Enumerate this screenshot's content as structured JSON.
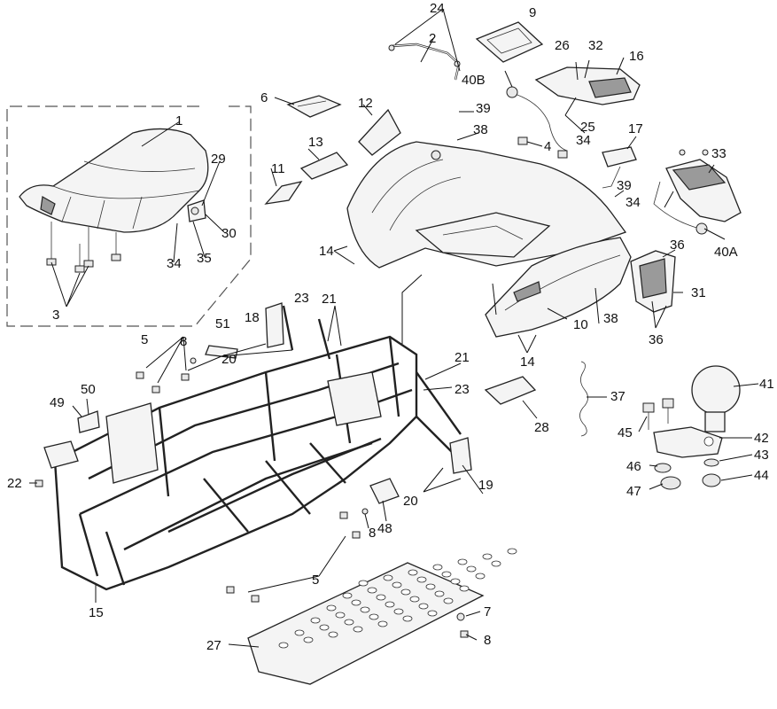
{
  "diagram": {
    "callouts": [
      "1",
      "2",
      "3",
      "4",
      "5",
      "6",
      "7",
      "8",
      "9",
      "10",
      "11",
      "12",
      "13",
      "14",
      "15",
      "16",
      "17",
      "18",
      "19",
      "20",
      "21",
      "22",
      "23",
      "24",
      "25",
      "26",
      "27",
      "28",
      "29",
      "30",
      "31",
      "32",
      "33",
      "34",
      "35",
      "36",
      "37",
      "38",
      "39",
      "40A",
      "40B",
      "41",
      "42",
      "43",
      "44",
      "45",
      "46",
      "47",
      "48",
      "49",
      "50",
      "51"
    ],
    "labels": {
      "l1": "1",
      "l2": "2",
      "l3": "3",
      "l4": "4",
      "l5a": "5",
      "l5b": "5",
      "l6": "6",
      "l7": "7",
      "l8a": "8",
      "l8b": "8",
      "l8c": "8",
      "l9": "9",
      "l10": "10",
      "l11": "11",
      "l12": "12",
      "l13": "13",
      "l14a": "14",
      "l14b": "14",
      "l15": "15",
      "l16": "16",
      "l17": "17",
      "l18": "18",
      "l19": "19",
      "l20a": "20",
      "l20b": "20",
      "l21a": "21",
      "l21b": "21",
      "l22": "22",
      "l23a": "23",
      "l23b": "23",
      "l24": "24",
      "l25": "25",
      "l26": "26",
      "l27": "27",
      "l28": "28",
      "l29": "29",
      "l30": "30",
      "l31": "31",
      "l32": "32",
      "l33": "33",
      "l34a": "34",
      "l34b": "34",
      "l34c": "34",
      "l35": "35",
      "l36a": "36",
      "l36b": "36",
      "l37": "37",
      "l38a": "38",
      "l38b": "38",
      "l39a": "39",
      "l39b": "39",
      "l40a": "40A",
      "l40b": "40B",
      "l41": "41",
      "l42": "42",
      "l43": "43",
      "l44": "44",
      "l45": "45",
      "l46": "46",
      "l47": "47",
      "l48": "48",
      "l49": "49",
      "l50": "50",
      "l51": "51"
    }
  }
}
